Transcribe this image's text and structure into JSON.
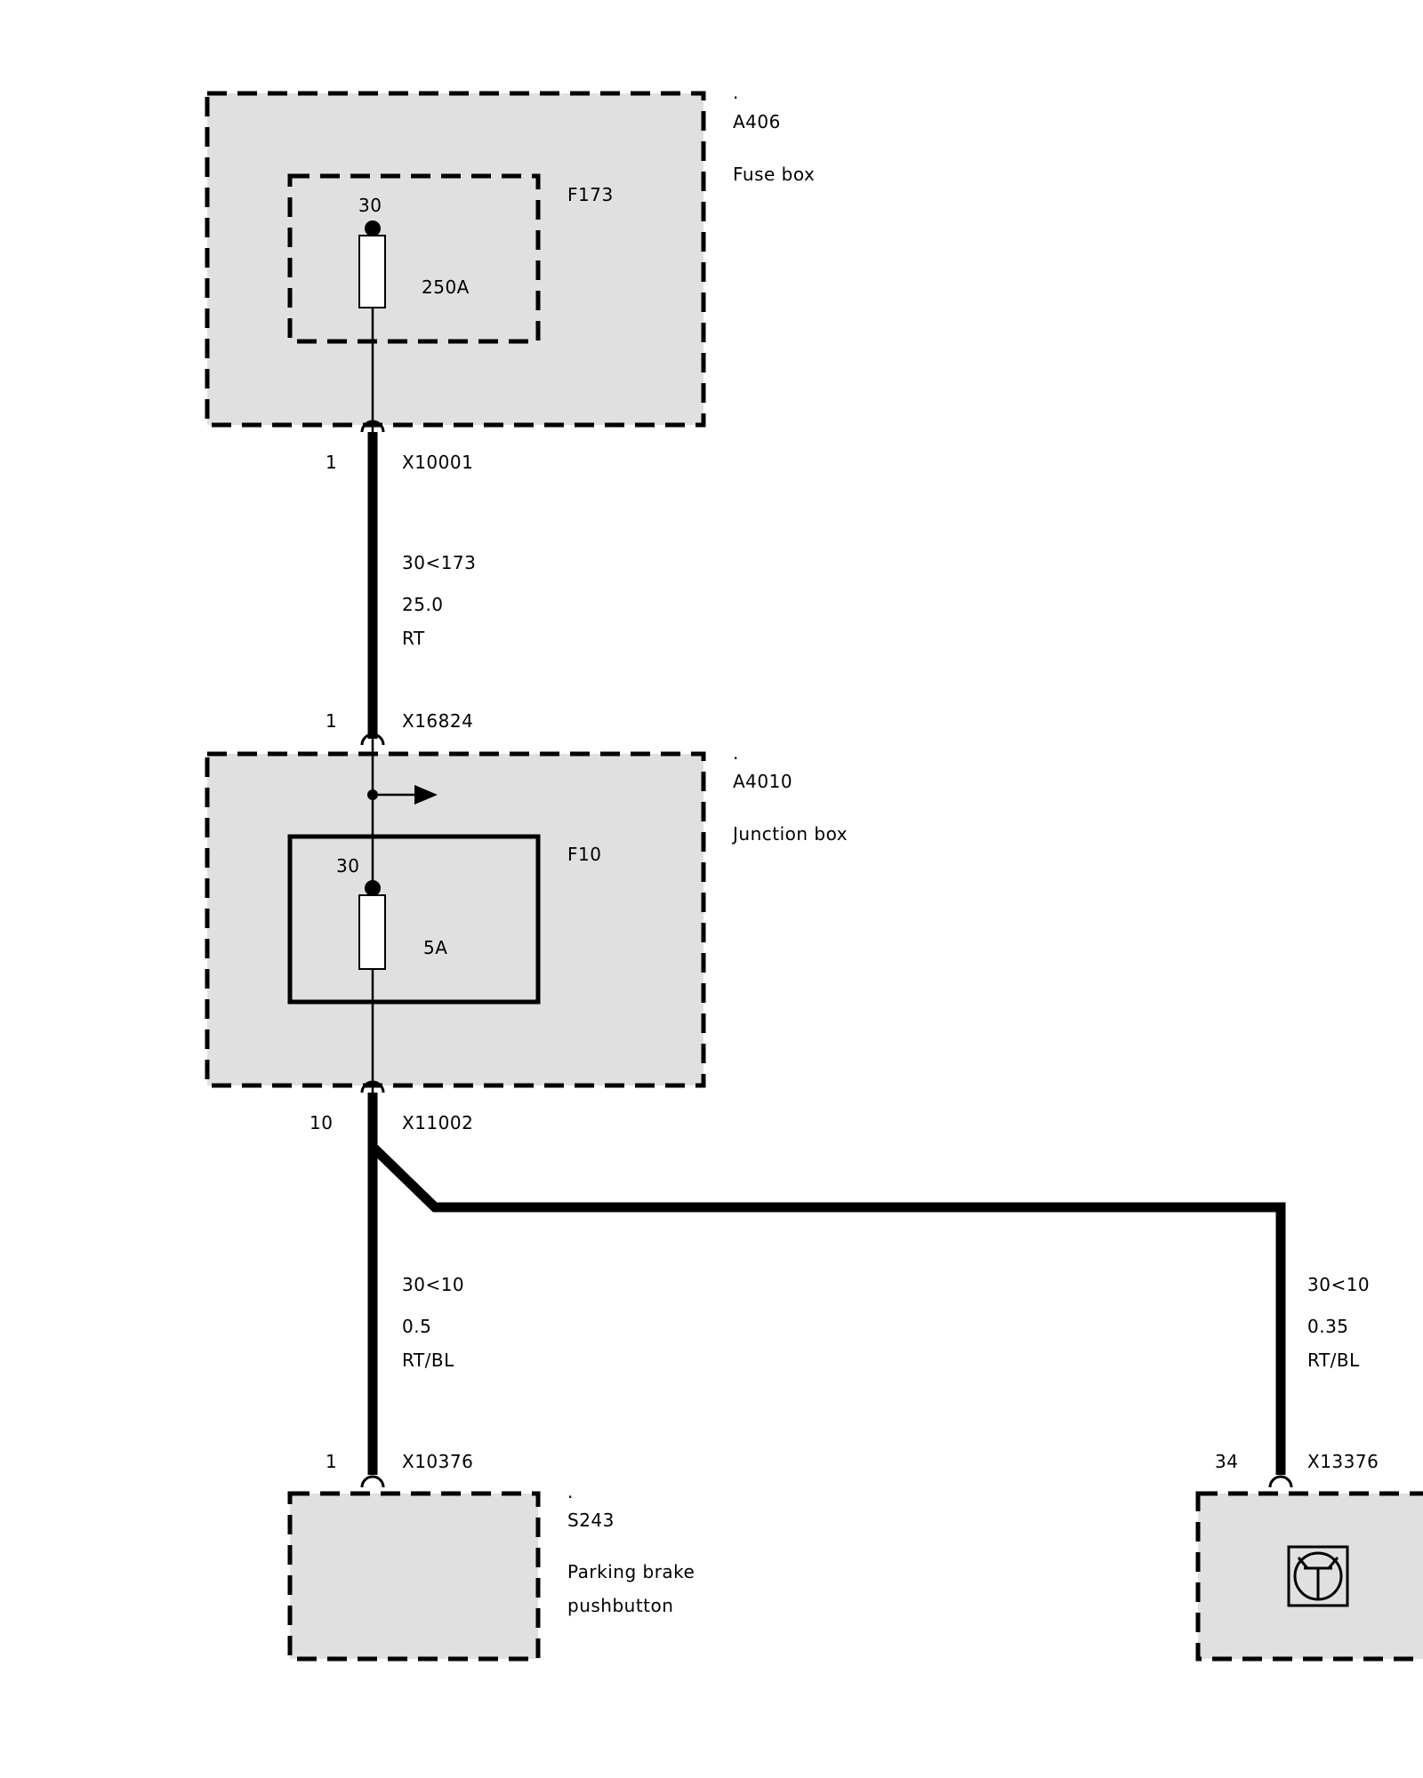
{
  "components": {
    "fuse_box": {
      "dot": ".",
      "id": "A406",
      "name": "Fuse box"
    },
    "junction_box": {
      "dot": ".",
      "id": "A4010",
      "name": "Junction box"
    },
    "parking_brake": {
      "dot": ".",
      "id": "S243",
      "name_line1": "Parking brake",
      "name_line2": "pushbutton"
    }
  },
  "fuses": {
    "f173": {
      "id": "F173",
      "terminal": "30",
      "rating": "250A"
    },
    "f10": {
      "id": "F10",
      "terminal": "30",
      "rating": "5A"
    }
  },
  "connectors": {
    "x10001": {
      "pin": "1",
      "id": "X10001"
    },
    "x16824": {
      "pin": "1",
      "id": "X16824"
    },
    "x11002": {
      "pin": "10",
      "id": "X11002"
    },
    "x10376": {
      "pin": "1",
      "id": "X10376"
    },
    "x13376": {
      "pin": "34",
      "id": "X13376"
    }
  },
  "wires": {
    "w1": {
      "circuit": "30<173",
      "size": "25.0",
      "color": "RT"
    },
    "w2": {
      "circuit": "30<10",
      "size": "0.5",
      "color": "RT/BL"
    },
    "w3": {
      "circuit": "30<10",
      "size": "0.35",
      "color": "RT/BL"
    }
  },
  "icons": {
    "transistor": "transistor-symbol-icon",
    "arrow": "continuation-arrow-icon"
  }
}
